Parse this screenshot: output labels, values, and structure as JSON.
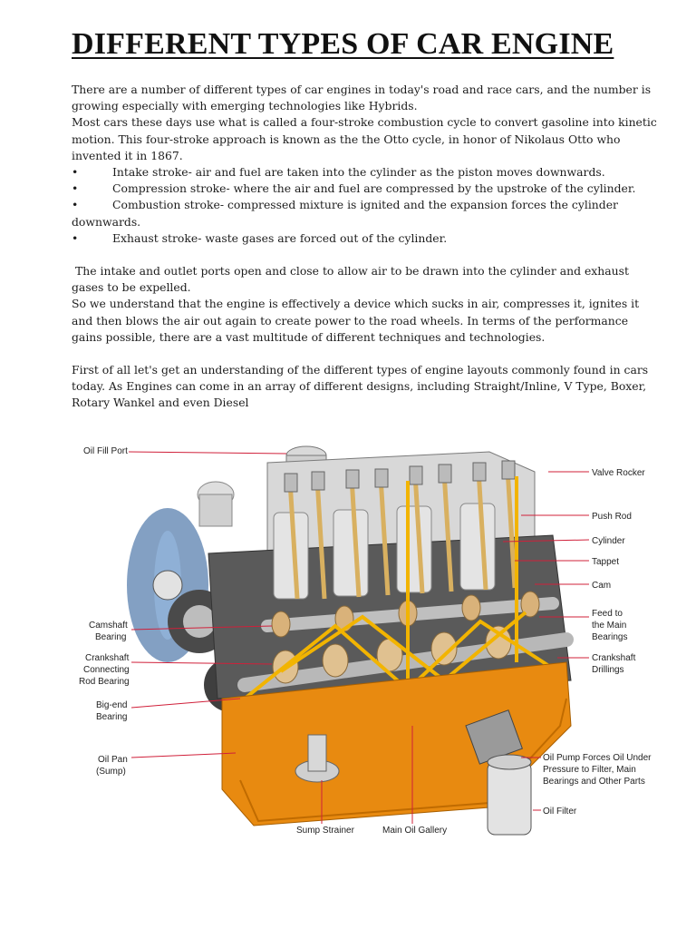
{
  "title": "DIFFERENT TYPES OF CAR ENGINE",
  "paragraphs": {
    "p1": "There are a number of different types of car engines in today's road and race cars, and the number is growing especially with emerging technologies like Hybrids.",
    "p2": "Most cars these days use what is called a four-stroke combustion cycle to convert gasoline into kinetic motion. This four-stroke approach is known as the the Otto cycle, in honor of Nikolaus Otto who invented it in 1867.",
    "p3": "The intake and outlet ports open and close to allow air to be drawn into the cylinder and exhaust gases to be expelled.",
    "p4": "So we understand that the engine is effectively a device which sucks in air, compresses it, ignites it and then blows the air out again to create power to the road wheels. In terms of the performance gains possible, there are a vast multitude of different techniques and technologies.",
    "p5": "First of all let's get an understanding of the different types of engine layouts commonly found in cars today. As Engines can come in an array of different designs, including Straight/Inline, V Type, Boxer, Rotary Wankel and even Diesel"
  },
  "bullet_mark": "•",
  "bullets": [
    "Intake stroke- air and fuel are taken into the cylinder as the piston moves downwards.",
    "Compression stroke- where the air and fuel are compressed by the upstroke of the cylinder.",
    "Combustion stroke- compressed mixture is ignited and the expansion forces the cylinder downwards.",
    "Exhaust stroke- waste gases are forced out of the cylinder."
  ],
  "diagram": {
    "labels_left": {
      "oil_fill_port": "Oil Fill Port",
      "camshaft_bearing": [
        "Camshaft",
        "Bearing"
      ],
      "crankshaft_connecting": [
        "Crankshaft",
        "Connecting",
        "Rod Bearing"
      ],
      "big_end_bearing": [
        "Big-end",
        "Bearing"
      ],
      "oil_pan": [
        "Oil Pan",
        "(Sump)"
      ]
    },
    "labels_right": {
      "valve_rocker": "Valve Rocker",
      "push_rod": "Push Rod",
      "cylinder": "Cylinder",
      "tappet": "Tappet",
      "cam": "Cam",
      "feed_to_main": [
        "Feed to",
        "the Main",
        "Bearings"
      ],
      "crankshaft_drillings": [
        "Crankshaft",
        "Drillings"
      ],
      "oil_pump": [
        "Oil Pump Forces Oil Under",
        "Pressure to Filter, Main",
        "Bearings and Other Parts"
      ],
      "oil_filter": "Oil Filter"
    },
    "labels_bottom": {
      "sump_strainer": "Sump Strainer",
      "main_oil_gallery": "Main Oil Gallery"
    },
    "colors": {
      "leader_line": "#d0203a",
      "oil": "#f2b400",
      "sump": "#e88a10",
      "metal": "#c9c9c9",
      "dark_metal": "#3a3a3a"
    }
  }
}
